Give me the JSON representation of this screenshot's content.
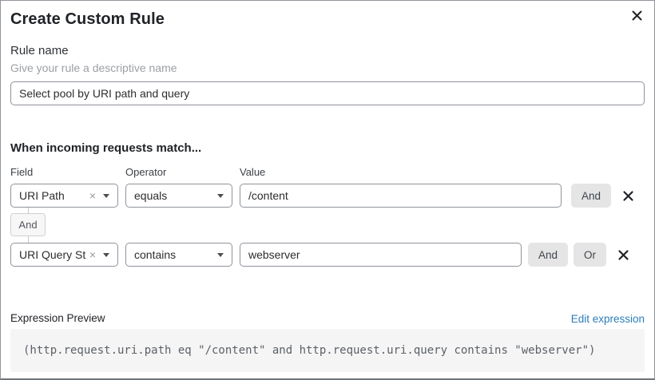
{
  "dialog": {
    "title": "Create Custom Rule"
  },
  "rule_name": {
    "label": "Rule name",
    "help_text": "Give your rule a descriptive name",
    "value": "Select pool by URI path and query"
  },
  "match": {
    "heading": "When incoming requests match...",
    "col_field": "Field",
    "col_operator": "Operator",
    "col_value": "Value",
    "connector_label": "And",
    "rows": [
      {
        "field": "URI Path",
        "operator": "equals",
        "value": "/content",
        "and_label": "And"
      },
      {
        "field": "URI Query St...",
        "operator": "contains",
        "value": "webserver",
        "and_label": "And",
        "or_label": "Or"
      }
    ]
  },
  "expression": {
    "label": "Expression Preview",
    "edit_link": "Edit expression",
    "code": "(http.request.uri.path eq \"/content\" and http.request.uri.query contains \"webserver\")"
  },
  "icons": {
    "clear": "×"
  },
  "colors": {
    "link_blue": "#2d7db9",
    "logic_button_bg": "#e5e5e6",
    "code_bg": "#f5f5f6",
    "input_border": "#8e939a"
  }
}
